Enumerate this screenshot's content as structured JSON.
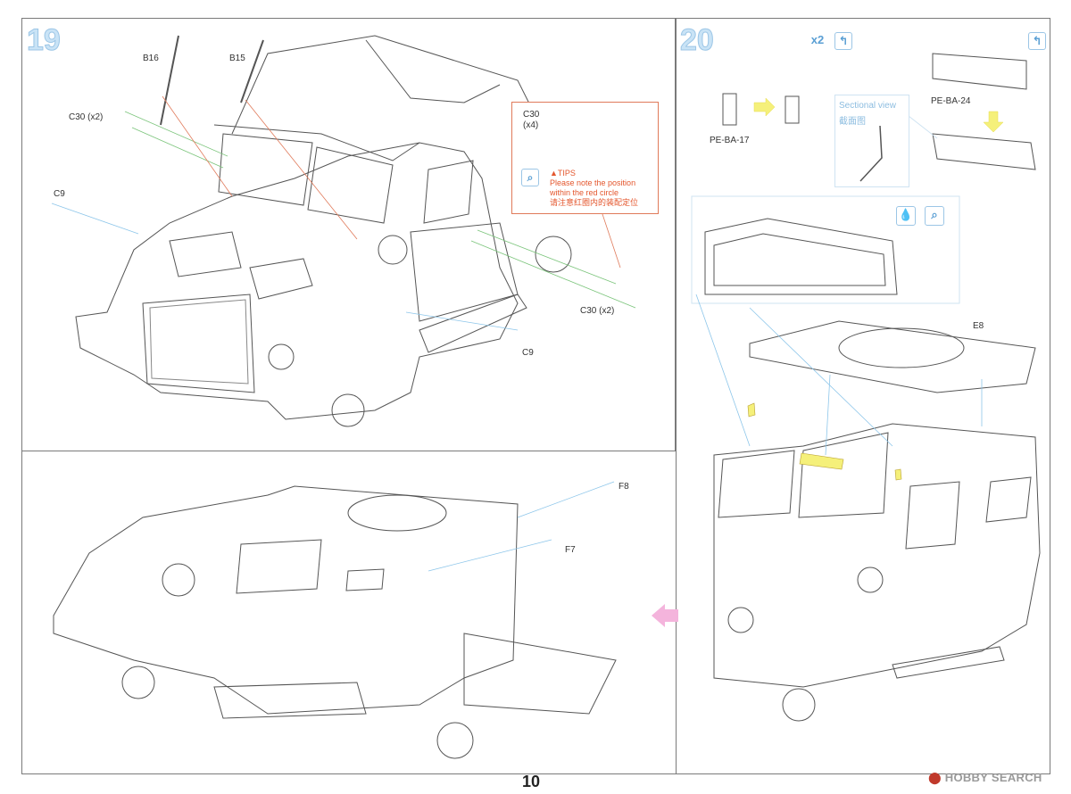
{
  "page_number": "10",
  "watermark": "HOBBY SEARCH",
  "step19": {
    "number": "19",
    "labels": {
      "b16": "B16",
      "b15": "B15",
      "c30_x2_top": "C30 (x2)",
      "c9_left": "C9",
      "c30_x2_right": "C30 (x2)",
      "c9_bottom": "C9"
    },
    "tips": {
      "part": "C30",
      "count": "(x4)",
      "title": "▲TIPS",
      "line1": "Please note the position",
      "line2": "within the red circle",
      "line3": "请注意红圈内的装配定位"
    }
  },
  "step20": {
    "number": "20",
    "count_badge": "x2",
    "labels": {
      "pe_ba_17": "PE-BA-17",
      "pe_ba_24": "PE-BA-24",
      "e8": "E8"
    },
    "sectional_view": {
      "en": "Sectional view",
      "cn": "截面图"
    }
  },
  "lower_panel": {
    "labels": {
      "f8": "F8",
      "f7": "F7"
    }
  },
  "colors": {
    "step_number": "#c9e3f6",
    "tips_border": "#e07a5a",
    "tips_text": "#e4572e",
    "arrow_yellow": "#f5f07a",
    "arrow_pink": "#f4b4dc",
    "leader_green": "#7ac47a",
    "leader_red": "#e07a5a",
    "leader_blue": "#8dc6ea"
  }
}
